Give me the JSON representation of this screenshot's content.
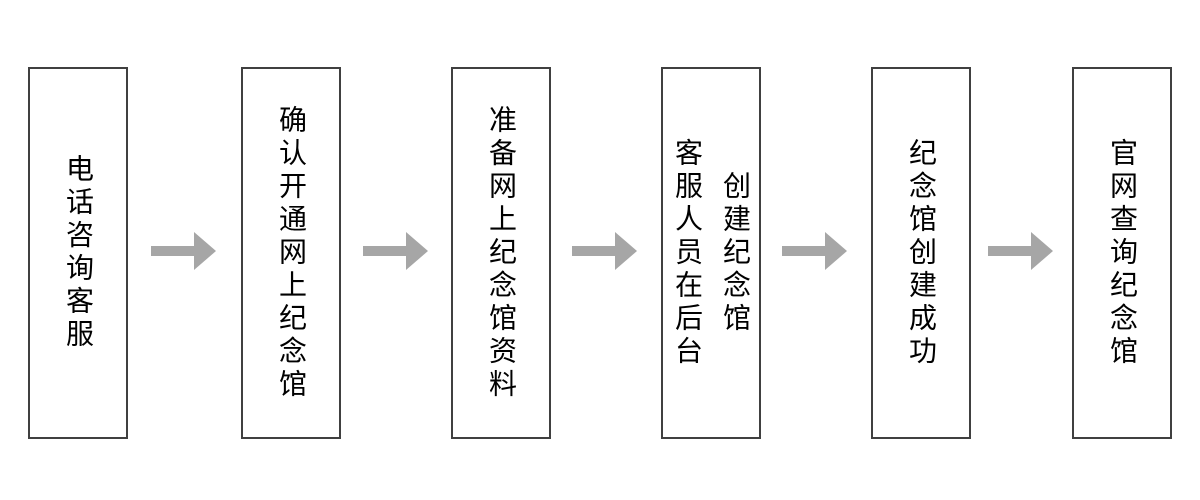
{
  "flowchart": {
    "title": "memorial-hall-creation-process",
    "steps": [
      {
        "label": "电话咨询客服"
      },
      {
        "label": "确认开通网上纪念馆"
      },
      {
        "label": "准备网上纪念馆资料"
      },
      {
        "label": "客服人员在后台\n创建纪念馆"
      },
      {
        "label": "纪念馆创建成功"
      },
      {
        "label": "官网查询纪念馆"
      }
    ],
    "colors": {
      "arrow": "#a6a6a6",
      "box_border": "#404040",
      "text": "#000000",
      "background": "#ffffff"
    }
  }
}
